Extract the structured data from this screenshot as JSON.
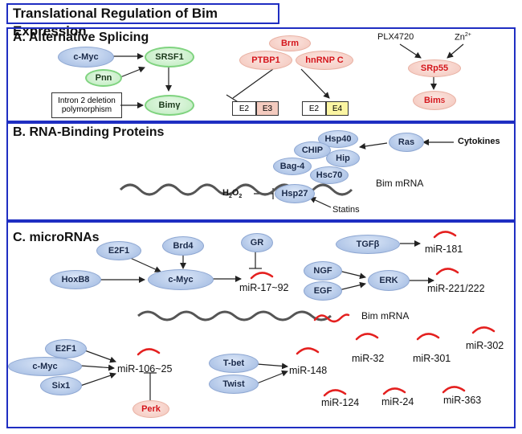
{
  "title": "Translational Regulation of Bim Expression",
  "panels": {
    "a": {
      "title": "A. Alternative Splicing",
      "cmyc": "c-Myc",
      "srsf1": "SRSF1",
      "pnn": "Pnn",
      "bimy": "Bimγ",
      "intron_note_1": "Intron 2 deletion",
      "intron_note_2": "polymorphism",
      "brm": "Brm",
      "ptbp1": "PTBP1",
      "hnrnpc": "hnRNP C",
      "e2a": "E2",
      "e3": "E3",
      "e2b": "E2",
      "e4": "E4",
      "plx": "PLX4720",
      "zn": "Zn",
      "zn_sup": "2+",
      "srp55": "SRp55",
      "bims": "Bim",
      "bims_sub": "S"
    },
    "b": {
      "title": "B. RNA-Binding Proteins",
      "hsp40": "Hsp40",
      "chip": "CHIP",
      "hip": "Hip",
      "bag4": "Bag-4",
      "hsc70": "Hsc70",
      "hsp27": "Hsp27",
      "ras": "Ras",
      "cytokines": "Cytokines",
      "h2o2": "H",
      "h2o2_2": "2",
      "h2o2_o": "O",
      "h2o2_3": "2",
      "statins": "Statins",
      "bim_mrna": "Bim mRNA"
    },
    "c": {
      "title": "C. microRNAs",
      "e2f1_top": "E2F1",
      "brd4": "Brd4",
      "gr": "GR",
      "tgfb": "TGFβ",
      "mir181": "miR-181",
      "hoxb8": "HoxB8",
      "cmyc_mid": "c-Myc",
      "mir17": "miR-17~92",
      "ngf": "NGF",
      "egf": "EGF",
      "erk": "ERK",
      "mir221": "miR-221/222",
      "bim_mrna": "Bim mRNA",
      "e2f1_bot": "E2F1",
      "cmyc_bot": "c-Myc",
      "six1": "Six1",
      "mir106": "miR-106~25",
      "perk": "Perk",
      "tbet": "T-bet",
      "twist": "Twist",
      "mir148": "miR-148",
      "mir32": "miR-32",
      "mir301": "miR-301",
      "mir302": "miR-302",
      "mir124": "miR-124",
      "mir24": "miR-24",
      "mir363": "miR-363"
    }
  },
  "colors": {
    "frame": "#1f2ec2",
    "mirna_arc": "#e4201f",
    "text_red": "#d4151b"
  }
}
